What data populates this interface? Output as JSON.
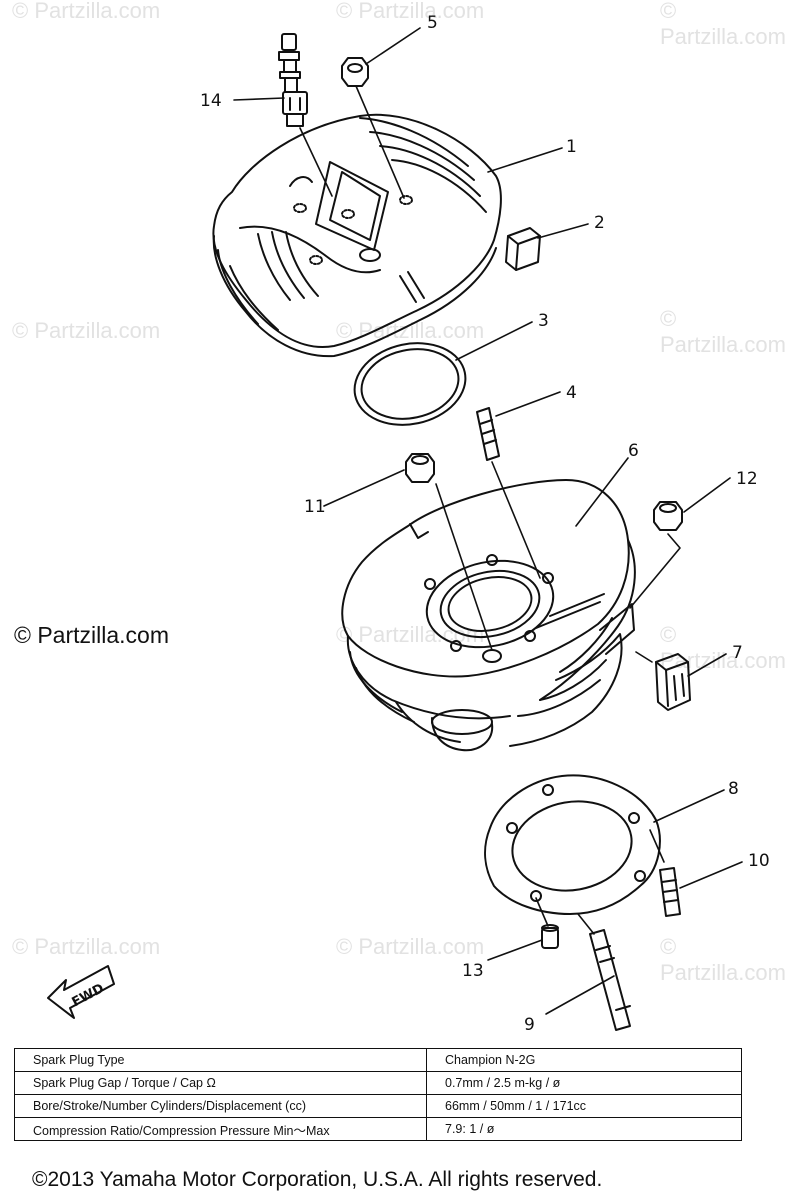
{
  "watermarks": {
    "text": "© Partzilla.com",
    "side_text": "© Partzilla.com"
  },
  "callouts": [
    "1",
    "2",
    "3",
    "4",
    "5",
    "6",
    "7",
    "8",
    "9",
    "10",
    "11",
    "12",
    "13",
    "14"
  ],
  "fwd_label": "FWD",
  "spec_table": {
    "rows": [
      {
        "label": "Spark Plug Type",
        "value": "Champion N-2G"
      },
      {
        "label": "Spark Plug Gap / Torque / Cap Ω",
        "value": "0.7mm  / 2.5 m-kg / ø"
      },
      {
        "label": "Bore/Stroke/Number Cylinders/Displacement (cc)",
        "value": "66mm / 50mm / 1 / 171cc"
      },
      {
        "label": "Compression Ratio/Compression Pressure Min～Max",
        "value": "7.9: 1 / ø"
      }
    ]
  },
  "copyright": "©2013  Yamaha Motor Corporation, U.S.A. All rights reserved.",
  "colors": {
    "ink": "#111111",
    "watermark": "#e2e2e2"
  }
}
